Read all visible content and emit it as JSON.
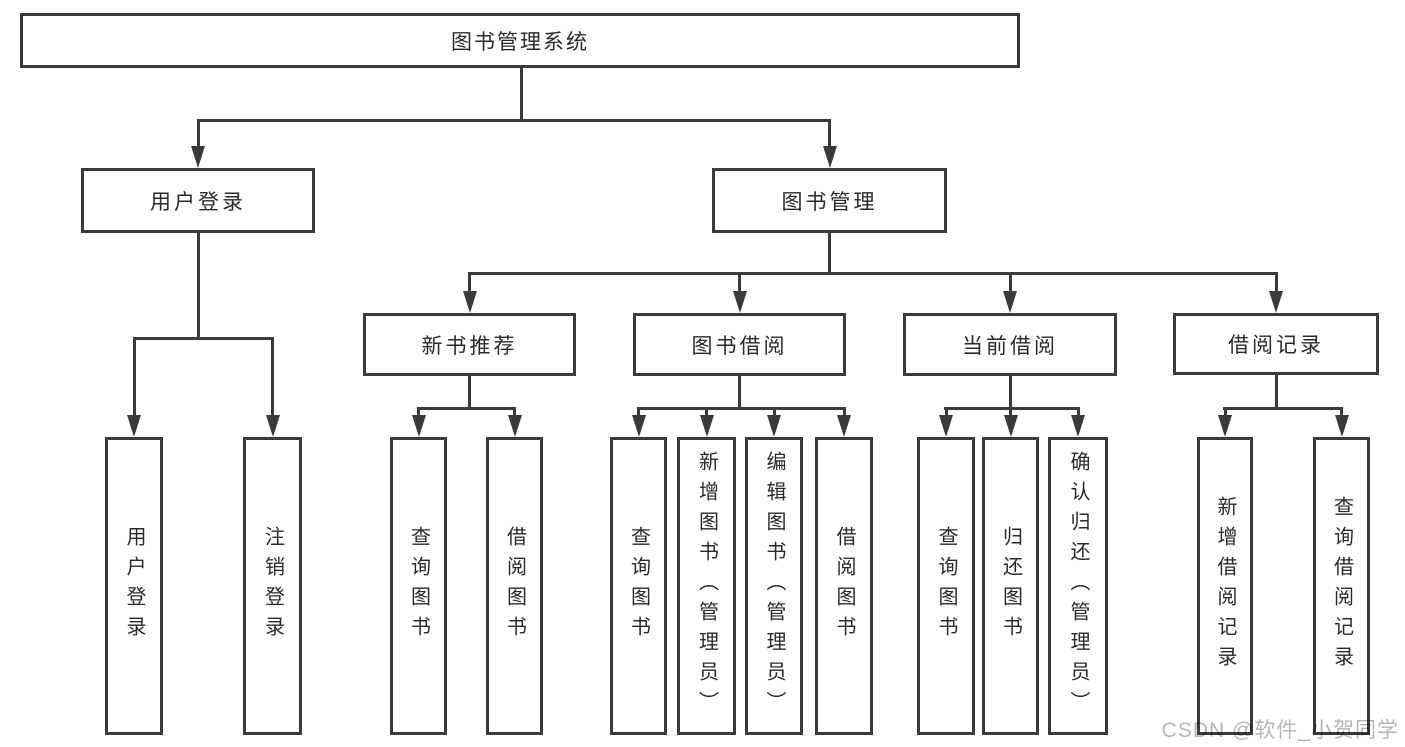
{
  "diagram": {
    "tree": {
      "label": "图书管理系统",
      "children": [
        {
          "label": "用户登录",
          "children": [
            {
              "label": "用户登录"
            },
            {
              "label": "注销登录"
            }
          ]
        },
        {
          "label": "图书管理",
          "children": [
            {
              "label": "新书推荐",
              "children": [
                {
                  "label": "查询图书"
                },
                {
                  "label": "借阅图书"
                }
              ]
            },
            {
              "label": "图书借阅",
              "children": [
                {
                  "label": "查询图书"
                },
                {
                  "label": "新增图书（管理员）"
                },
                {
                  "label": "编辑图书（管理员）"
                },
                {
                  "label": "借阅图书"
                }
              ]
            },
            {
              "label": "当前借阅",
              "children": [
                {
                  "label": "查询图书"
                },
                {
                  "label": "归还图书"
                },
                {
                  "label": "确认归还（管理员）"
                }
              ]
            },
            {
              "label": "借阅记录",
              "children": [
                {
                  "label": "新增借阅记录"
                },
                {
                  "label": "查询借阅记录"
                }
              ]
            }
          ]
        }
      ]
    }
  },
  "watermark": {
    "text": "CSDN @软件_小贺同学"
  },
  "colors": {
    "line": "#3a3a3a",
    "text": "#2a2a2a",
    "watermark": "#b5b5b5",
    "background": "#ffffff"
  }
}
